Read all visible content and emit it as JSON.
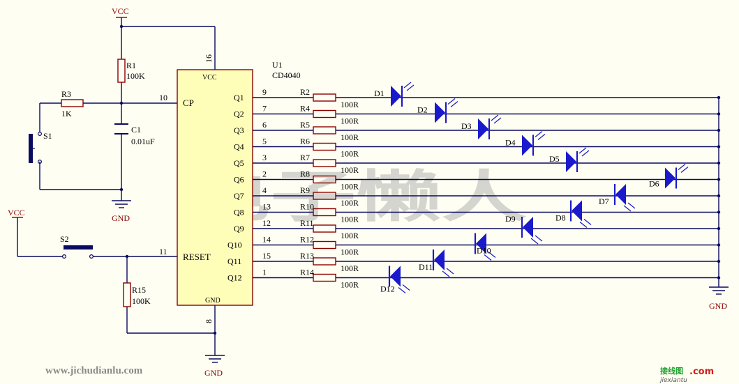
{
  "power": {
    "vcc_top": "VCC",
    "vcc_left": "VCC",
    "gnd_c1": "GND",
    "gnd_ic": "GND",
    "gnd_right": "GND"
  },
  "ic": {
    "ref": "U1",
    "part": "CD4040",
    "vcc_label": "VCC",
    "gnd_label": "GND",
    "vcc_pin": "16",
    "gnd_pin": "8",
    "cp_label": "CP",
    "cp_pin": "10",
    "reset_label": "RESET",
    "reset_pin": "11",
    "outputs": [
      {
        "name": "Q1",
        "pin": "9"
      },
      {
        "name": "Q2",
        "pin": "7"
      },
      {
        "name": "Q3",
        "pin": "6"
      },
      {
        "name": "Q4",
        "pin": "5"
      },
      {
        "name": "Q5",
        "pin": "3"
      },
      {
        "name": "Q6",
        "pin": "2"
      },
      {
        "name": "Q7",
        "pin": "4"
      },
      {
        "name": "Q8",
        "pin": "13"
      },
      {
        "name": "Q9",
        "pin": "12"
      },
      {
        "name": "Q10",
        "pin": "14"
      },
      {
        "name": "Q11",
        "pin": "15"
      },
      {
        "name": "Q12",
        "pin": "1"
      }
    ]
  },
  "components": {
    "r1": {
      "ref": "R1",
      "value": "100K"
    },
    "r3": {
      "ref": "R3",
      "value": "1K"
    },
    "c1": {
      "ref": "C1",
      "value": "0.01uF"
    },
    "s1": {
      "ref": "S1"
    },
    "s2": {
      "ref": "S2"
    },
    "r15": {
      "ref": "R15",
      "value": "100K"
    }
  },
  "output_resistors": [
    {
      "ref": "R2",
      "value": "100R"
    },
    {
      "ref": "R4",
      "value": "100R"
    },
    {
      "ref": "R5",
      "value": "100R"
    },
    {
      "ref": "R6",
      "value": "100R"
    },
    {
      "ref": "R7",
      "value": "100R"
    },
    {
      "ref": "R8",
      "value": "100R"
    },
    {
      "ref": "R9",
      "value": "100R"
    },
    {
      "ref": "R10",
      "value": "100R"
    },
    {
      "ref": "R11",
      "value": "100R"
    },
    {
      "ref": "R12",
      "value": "100R"
    },
    {
      "ref": "R13",
      "value": "100R"
    },
    {
      "ref": "R14",
      "value": "100R"
    }
  ],
  "leds": [
    "D1",
    "D2",
    "D3",
    "D4",
    "D5",
    "D6",
    "D7",
    "D8",
    "D9",
    "D10",
    "D11",
    "D12"
  ],
  "watermark": "电子懒人",
  "site_url": "www.jichudianlu.com",
  "corner_logo": {
    "main": "接线图",
    "dot_com": ".com",
    "sub": "jiexiantu"
  },
  "colors": {
    "wire": "#0a0a60",
    "power": "#8b0000",
    "ic_fill": "#fffeb8",
    "ic_stroke": "#8b0000",
    "led": "#1a1acc",
    "background": "#fffef2"
  }
}
